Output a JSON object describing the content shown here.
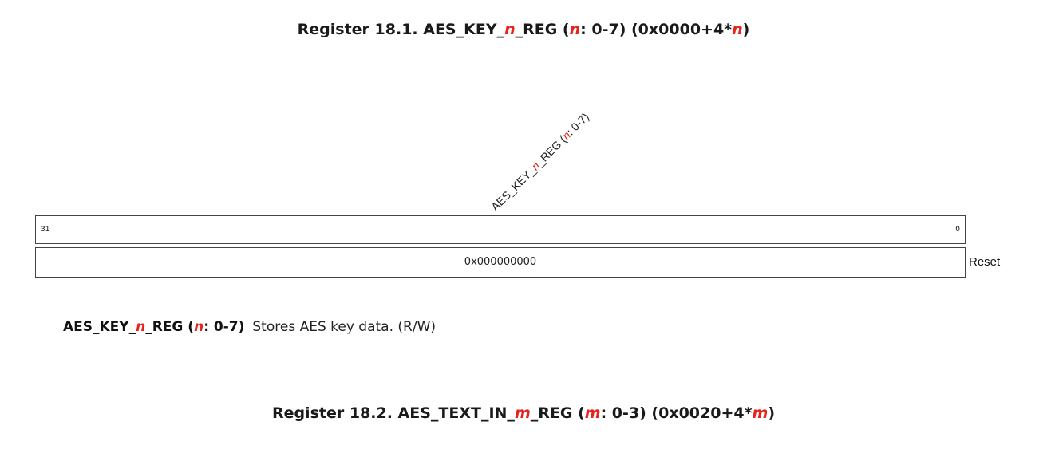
{
  "register1": {
    "title_prefix": "Register 18.1. AES_KEY_",
    "title_var": "n",
    "title_mid": "_REG (",
    "title_var2": "n",
    "title_range": ": 0-7) (0x0000+4*",
    "title_var3": "n",
    "title_end": ")",
    "field_label_prefix": "AES_KEY_",
    "field_label_var": "n",
    "field_label_mid": "_REG (",
    "field_label_var2": "n",
    "field_label_end": ": 0-7)",
    "bit_high": "31",
    "bit_low": "0",
    "reset_value": "0x000000000",
    "reset_label": "Reset",
    "desc_name_prefix": "AES_KEY_",
    "desc_name_var": "n",
    "desc_name_mid": "_REG (",
    "desc_name_var2": "n",
    "desc_name_end": ": 0-7)",
    "desc_text": "Stores AES key data. (R/W)"
  },
  "register2": {
    "title_prefix": "Register 18.2. AES_TEXT_IN_",
    "title_var": "m",
    "title_mid": "_REG (",
    "title_var2": "m",
    "title_range": ": 0-3) (0x0020+4*",
    "title_var3": "m",
    "title_end": ")"
  },
  "colors": {
    "variable": "#e8231d",
    "border": "#444444"
  }
}
